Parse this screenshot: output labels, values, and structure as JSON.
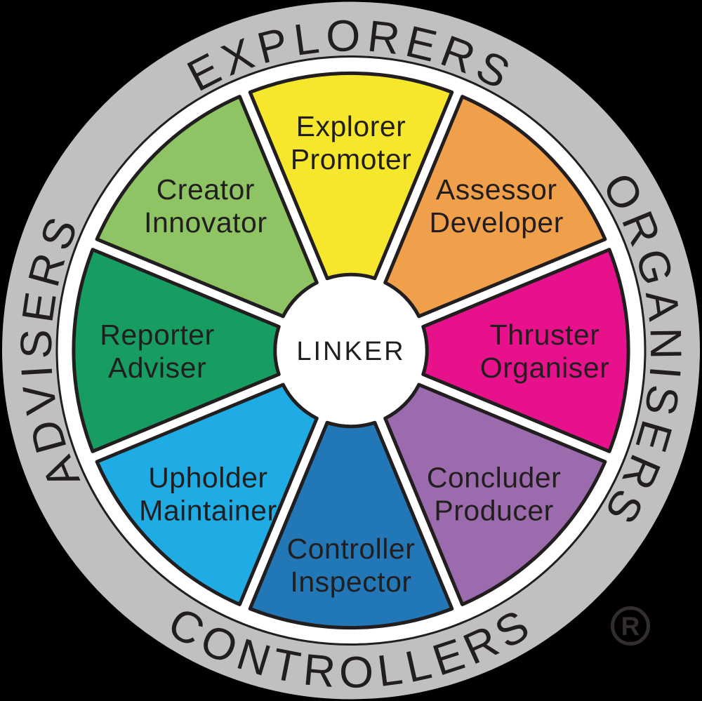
{
  "wheel": {
    "center_label": "LINKER",
    "registered_mark": "R",
    "quadrants": [
      {
        "label": "EXPLORERS",
        "position": "top"
      },
      {
        "label": "ORGANISERS",
        "position": "right"
      },
      {
        "label": "CONTROLLERS",
        "position": "bottom"
      },
      {
        "label": "ADVISERS",
        "position": "left"
      }
    ],
    "segments": [
      {
        "line1": "Explorer",
        "line2": "Promoter",
        "color": "#f6e72c",
        "position": "top"
      },
      {
        "line1": "Assessor",
        "line2": "Developer",
        "color": "#f0a04b",
        "position": "top-right"
      },
      {
        "line1": "Thruster",
        "line2": "Organiser",
        "color": "#e8118c",
        "position": "right"
      },
      {
        "line1": "Concluder",
        "line2": "Producer",
        "color": "#9c6bad",
        "position": "bottom-right"
      },
      {
        "line1": "Controller",
        "line2": "Inspector",
        "color": "#2277b7",
        "position": "bottom"
      },
      {
        "line1": "Upholder",
        "line2": "Maintainer",
        "color": "#1fabe3",
        "position": "bottom-left"
      },
      {
        "line1": "Reporter",
        "line2": "Adviser",
        "color": "#179d62",
        "position": "left"
      },
      {
        "line1": "Creator",
        "line2": "Innovator",
        "color": "#8ec464",
        "position": "top-left"
      }
    ],
    "colors": {
      "background": "#000000",
      "ring_gray": "#c0c0c2",
      "band_white": "#ffffff",
      "outline_black": "#221e1f",
      "text_black": "#221e1f",
      "registered_mark_gray": "#332d2f"
    }
  }
}
